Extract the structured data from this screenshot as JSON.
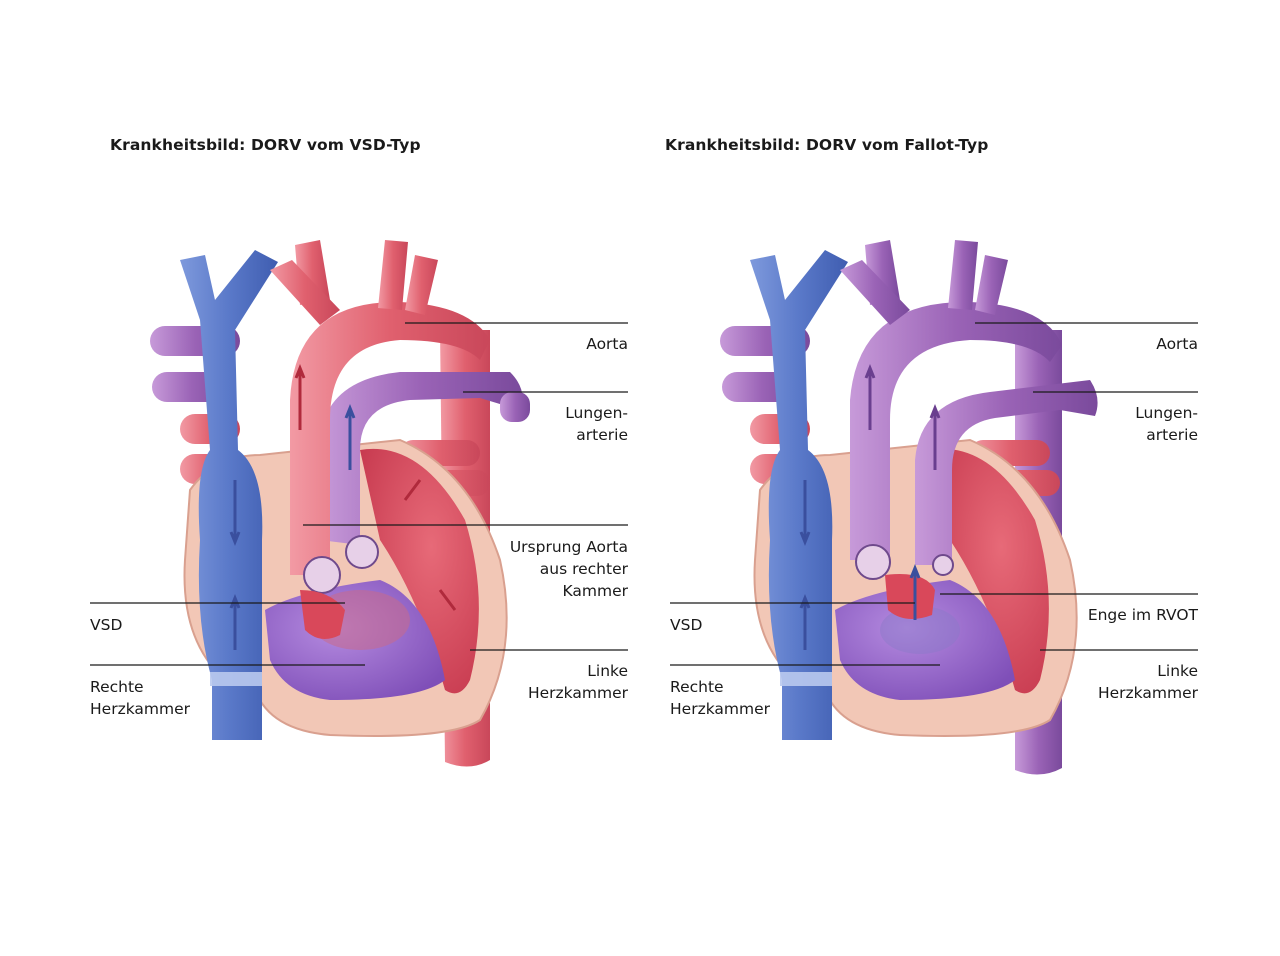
{
  "panels": [
    {
      "title": "Krankheitsbild: DORV vom VSD-Typ",
      "labels": {
        "aorta": "Aorta",
        "lung_1": "Lungen-",
        "lung_2": "arterie",
        "origin_1": "Ursprung Aorta",
        "origin_2": "aus rechter",
        "origin_3": "Kammer",
        "vsd": "VSD",
        "rv_1": "Rechte",
        "rv_2": "Herzkammer",
        "lv_1": "Linke",
        "lv_2": "Herzkammer"
      }
    },
    {
      "title": "Krankheitsbild: DORV vom Fallot-Typ",
      "labels": {
        "aorta": "Aorta",
        "lung_1": "Lungen-",
        "lung_2": "arterie",
        "rvot": "Enge im RVOT",
        "vsd": "VSD",
        "rv_1": "Rechte",
        "rv_2": "Herzkammer",
        "lv_1": "Linke",
        "lv_2": "Herzkammer"
      }
    }
  ],
  "colors": {
    "venous_blue": "#5a79c9",
    "arterial_red": "#e0606e",
    "mixed_purple": "#9a63b6",
    "myocardium": "#f2c7b6",
    "chamber_red": "#d94a5a",
    "chamber_purple": "#8f5cc0"
  }
}
